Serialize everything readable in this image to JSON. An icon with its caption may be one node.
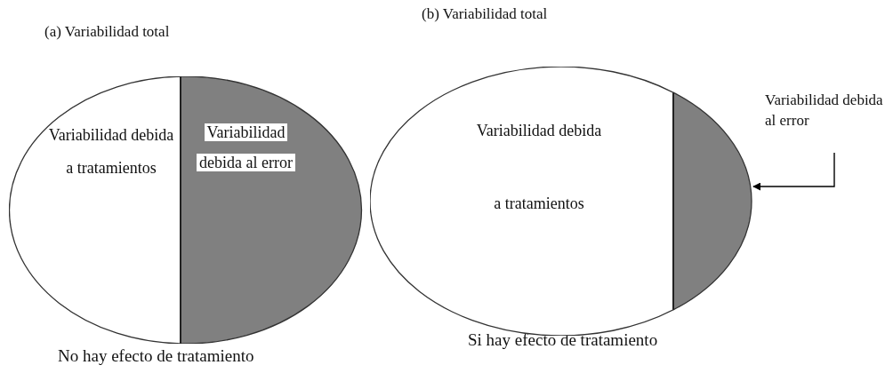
{
  "diagram": {
    "nodes": [
      {
        "text": [
          "(a) Variabilidad total"
        ],
        "beside": [
          "No hay efecto de tratamiento"
        ]
      },
      {
        "text": [
          "Variabilidad debida a tratamientos"
        ],
        "in": 0
      },
      {
        "text": [
          "Variabilidad debida al error"
        ],
        "in": 0
      },
      {
        "text": [
          "(b) Variabilidad total"
        ],
        "beside": [
          "Si hay efecto de tratamiento"
        ]
      },
      {
        "text": [
          "Variabilidad debida",
          "a tratamientos"
        ],
        "in": 3
      },
      {
        "text": [],
        "shape": "box",
        "in": 3
      },
      {
        "text": [
          "Variabilidad debida al error"
        ]
      }
    ],
    "edges": [
      {
        "from": 6,
        "to": 5,
        "arrow": "to"
      }
    ]
  }
}
